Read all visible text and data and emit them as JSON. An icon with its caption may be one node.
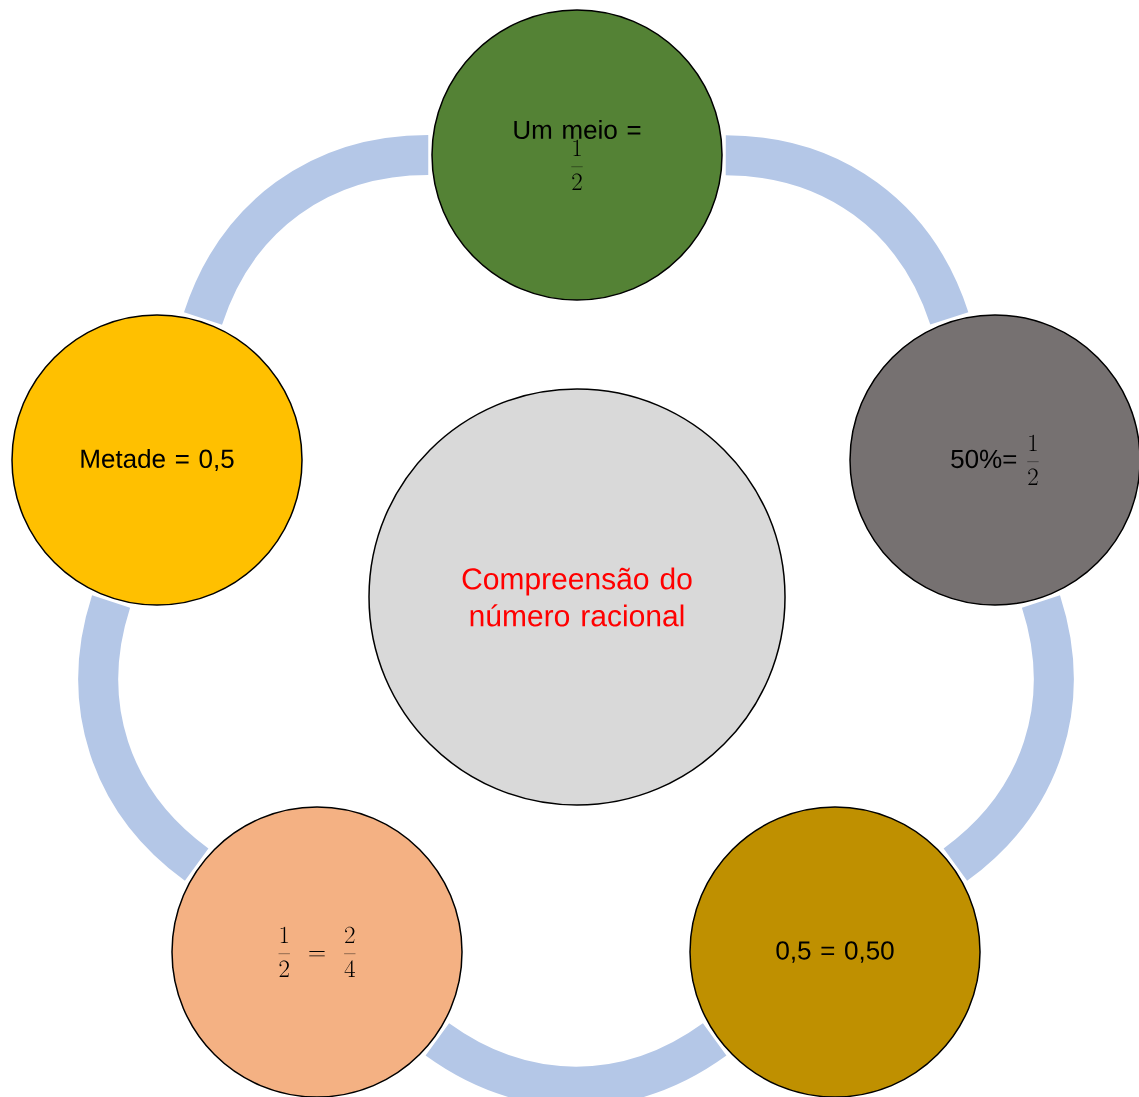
{
  "diagram": {
    "nodes": [
      {
        "text": [
          "Um meio =",
          "\\frac{1}{2}"
        ]
      },
      {
        "text": [
          "Metade = 0,5"
        ]
      },
      {
        "text": [
          "Compreensão do número racional"
        ]
      },
      {
        "text": [
          "50%=",
          "\\frac{1}{2}"
        ]
      },
      {
        "text": [
          "\\frac{1}{2}=\\frac{2}{4}"
        ]
      },
      {
        "text": [
          "0,5 = 0,50"
        ]
      }
    ],
    "edges": [
      {
        "from": 0,
        "to": 3,
        "arrow": "none"
      },
      {
        "from": 3,
        "to": 5,
        "arrow": "none"
      },
      {
        "from": 5,
        "to": 4,
        "arrow": "none"
      },
      {
        "from": 4,
        "to": 1,
        "arrow": "none"
      },
      {
        "from": 1,
        "to": 0,
        "arrow": "none"
      }
    ]
  }
}
